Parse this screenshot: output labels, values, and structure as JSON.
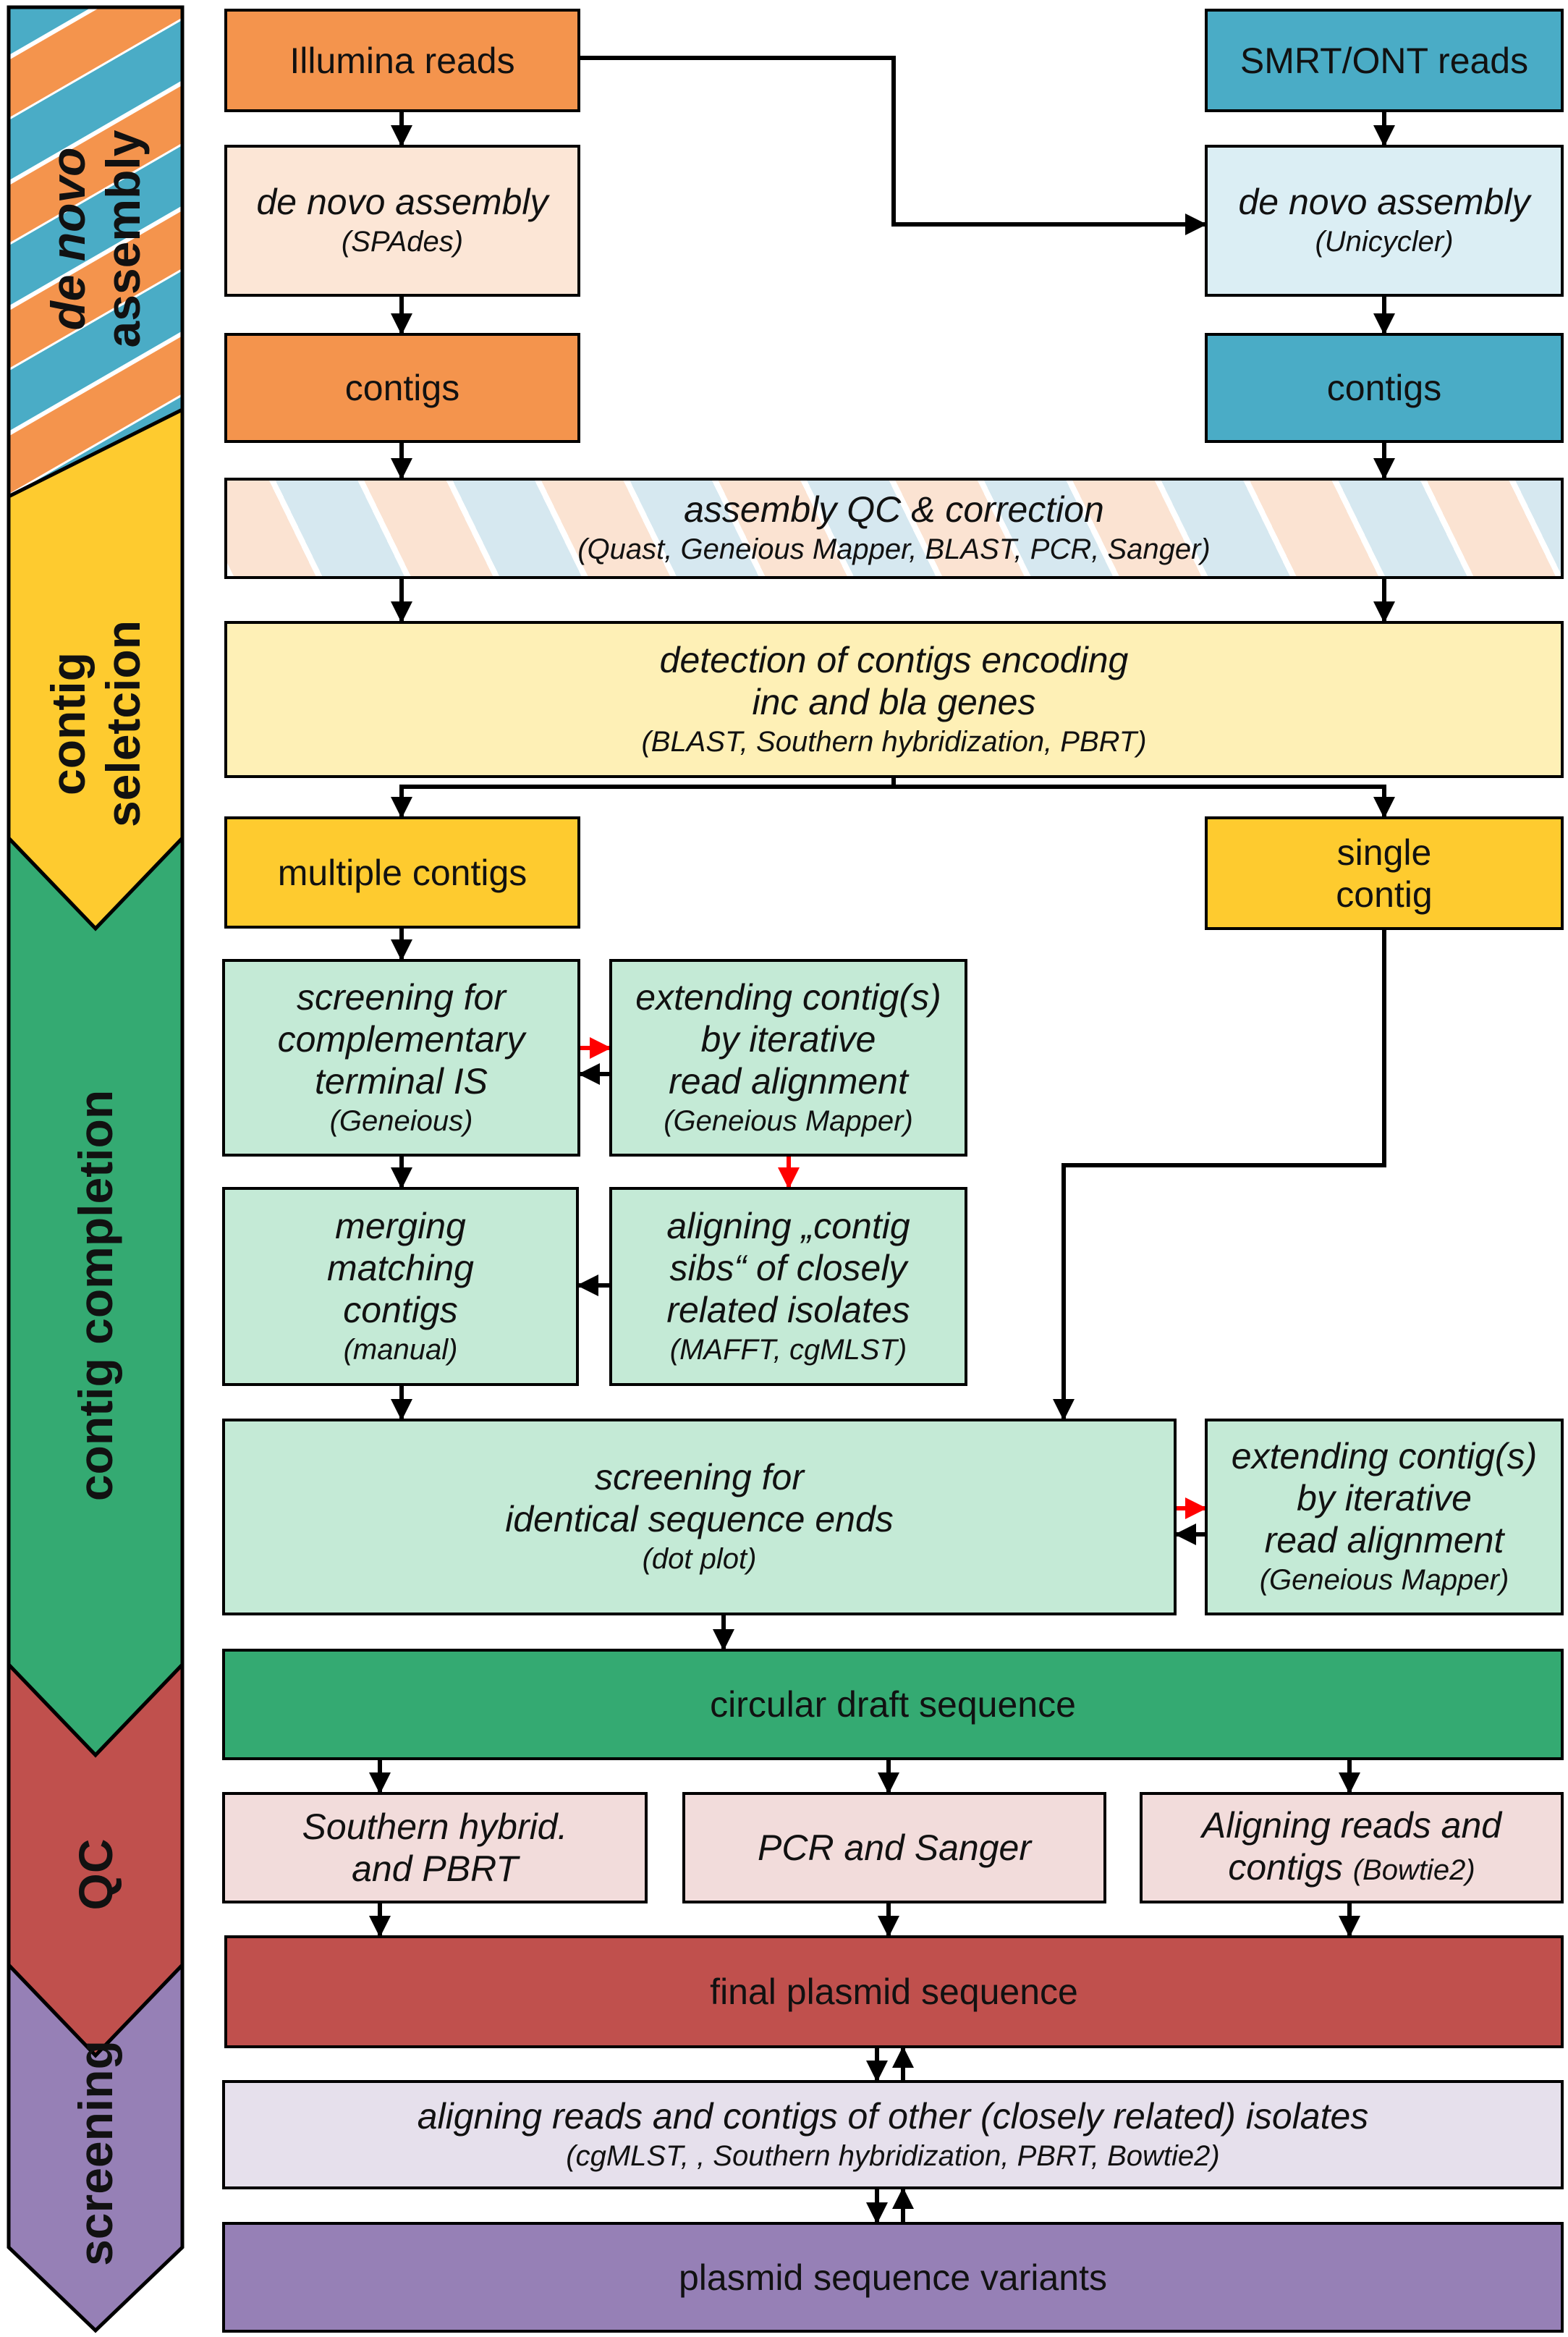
{
  "colors": {
    "illumina_dark": "#f4944d",
    "illumina_light": "#fce6d6",
    "smrt_dark": "#4aacc6",
    "smrt_light": "#dbeef4",
    "yellow_dark": "#fecb2f",
    "yellow_light": "#fef0b6",
    "green_dark": "#34aa72",
    "green_light": "#c4ead6",
    "red_dark": "#c0504d",
    "red_light": "#f2dcdb",
    "purple_dark": "#9680b6",
    "purple_light": "#e6e0ec",
    "arrow_red": "#ff0000"
  },
  "phases": [
    {
      "id": "de-novo-assembly",
      "line1": "de novo",
      "line2": "assembly",
      "color": "#f4944d"
    },
    {
      "id": "contig-selection",
      "line1": "contig",
      "line2": "seletcion",
      "color": "#fecb2f"
    },
    {
      "id": "contig-completion",
      "line1": "contig completion",
      "color": "#34aa72"
    },
    {
      "id": "qc",
      "line1": "QC",
      "color": "#c0504d"
    },
    {
      "id": "screening",
      "line1": "screening",
      "color": "#9680b6"
    }
  ],
  "boxes": {
    "illumina_reads": "Illumina reads",
    "smrt_reads": "SMRT/ONT reads",
    "denovo_left": {
      "title": "de novo assembly",
      "tool": "(SPAdes)"
    },
    "denovo_right": {
      "title": "de novo assembly",
      "tool": "(Unicycler)"
    },
    "contigs_left": "contigs",
    "contigs_right": "contigs",
    "assembly_qc": {
      "title": "assembly QC & correction",
      "tool": "(Quast, Geneious Mapper, BLAST, PCR, Sanger)"
    },
    "detection": {
      "line1": "detection of contigs  encoding",
      "line2": "inc and bla genes",
      "tool": "(BLAST, Southern hybridization, PBRT)"
    },
    "multiple_contigs": "multiple contigs",
    "single_contig": {
      "line1": "single",
      "line2": "contig"
    },
    "screening_terminal": {
      "line1": "screening for",
      "line2": "complementary",
      "line3": "terminal IS",
      "tool": "(Geneious)"
    },
    "extending_1": {
      "line1": "extending contig(s)",
      "line2": "by iterative",
      "line3": "read alignment",
      "tool": "(Geneious Mapper)"
    },
    "merging": {
      "line1": "merging",
      "line2": "matching",
      "line3": "contigs",
      "tool": "(manual)"
    },
    "aligning_sibs": {
      "line1": "aligning „contig",
      "line2": "sibs“ of closely",
      "line3": "related isolates",
      "tool": "(MAFFT, cgMLST)"
    },
    "screening_identical": {
      "line1": "screening for",
      "line2": "identical sequence ends",
      "tool": "(dot plot)"
    },
    "extending_2": {
      "line1": "extending contig(s)",
      "line2": "by iterative",
      "line3": "read alignment",
      "tool": "(Geneious Mapper)"
    },
    "circular_draft": "circular draft sequence",
    "southern": {
      "line1": "Southern hybrid.",
      "line2": "and PBRT"
    },
    "pcr_sanger": "PCR and Sanger",
    "aligning_reads": {
      "line1": "Aligning reads and",
      "line2a": "contigs",
      "line2b": "(Bowtie2)"
    },
    "final_plasmid": "final plasmid sequence",
    "aligning_other": {
      "title": "aligning reads and contigs of other (closely related) isolates",
      "tool": "(cgMLST, , Southern hybridization, PBRT, Bowtie2)"
    },
    "variants": "plasmid sequence variants"
  }
}
